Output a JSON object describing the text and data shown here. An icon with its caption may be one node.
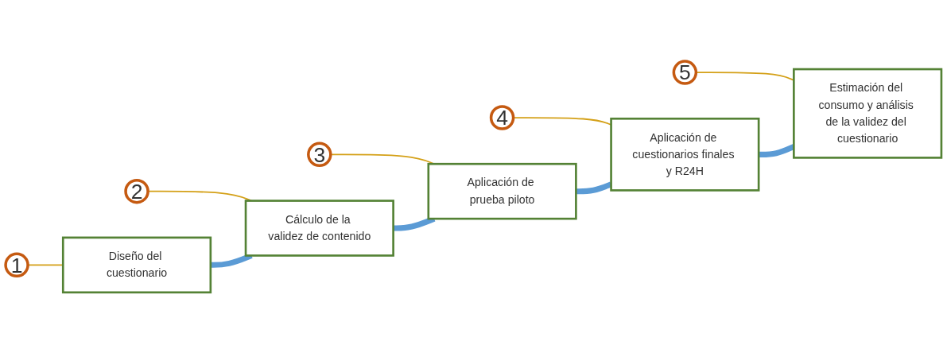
{
  "diagram": {
    "nodes": [
      {
        "text": [
          "1"
        ]
      },
      {
        "text": [
          "2"
        ]
      },
      {
        "text": [
          "3"
        ]
      },
      {
        "text": [
          "4"
        ]
      },
      {
        "text": [
          "5"
        ]
      },
      {
        "text": [
          "Diseño del cuestionario"
        ]
      },
      {
        "text": [
          "Cálculo de la validez de contenido"
        ]
      },
      {
        "text": [
          "Aplicación de prueba piloto"
        ]
      },
      {
        "text": [
          "Aplicación de cuestionarios finales y R24H"
        ]
      },
      {
        "text": [
          "Estimación del consumo y análisis de la validez del cuestionario"
        ]
      }
    ],
    "edges": [
      {
        "from": 0,
        "to": 5,
        "arrow": "none"
      },
      {
        "from": 1,
        "to": 6,
        "arrow": "none"
      },
      {
        "from": 2,
        "to": 7,
        "arrow": "none"
      },
      {
        "from": 3,
        "to": 8,
        "arrow": "none"
      },
      {
        "from": 4,
        "to": 9,
        "arrow": "none"
      },
      {
        "from": 5,
        "to": 6,
        "arrow": "none",
        "style": "thick",
        "color": "#5b9bd5"
      },
      {
        "from": 6,
        "to": 7,
        "arrow": "none",
        "style": "thick",
        "color": "#5b9bd5"
      },
      {
        "from": 7,
        "to": 8,
        "arrow": "none",
        "style": "thick",
        "color": "#5b9bd5"
      },
      {
        "from": 8,
        "to": 9,
        "arrow": "none",
        "style": "thick",
        "color": "#5b9bd5"
      }
    ]
  }
}
